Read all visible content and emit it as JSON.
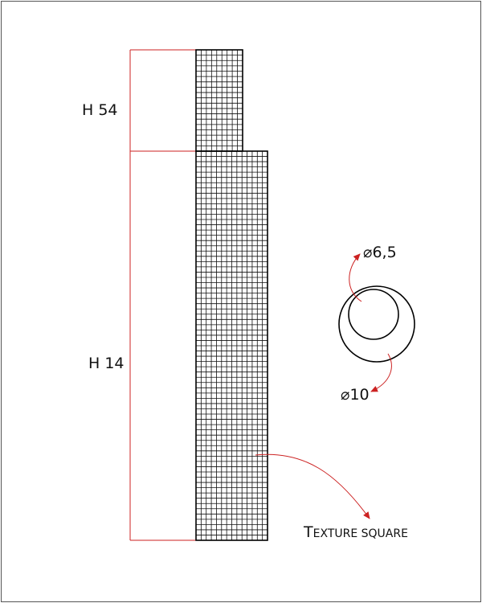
{
  "colors": {
    "outline": "#000000",
    "dimension": "#cc2222",
    "annotation_arrow": "#cc2222",
    "grid": "#111111"
  },
  "dimensions": {
    "upper_height_label": "H 54",
    "lower_height_label": "H 14"
  },
  "cross_section": {
    "inner_diameter_label": "⌀6,5",
    "outer_diameter_label": "⌀10"
  },
  "annotation": {
    "texture_first_letter": "T",
    "texture_rest": "EXTURE SQUARE"
  },
  "icons": {
    "diameter": "diameter-icon",
    "arrow": "curved-arrow-icon"
  }
}
